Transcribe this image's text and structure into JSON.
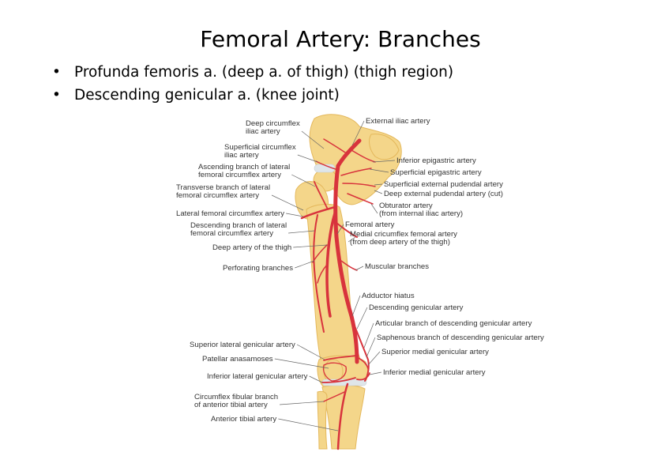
{
  "slide": {
    "title": "Femoral Artery: Branches",
    "bullets": [
      "Profunda femoris a. (deep a. of thigh) (thigh region)",
      "Descending genicular a. (knee joint)"
    ]
  },
  "colors": {
    "bone": "#f4d68a",
    "bone_edge": "#e4b85c",
    "artery": "#d8333c",
    "cartilage": "#dfe6ea"
  },
  "figure": {
    "left_labels": [
      [
        "Deep circumflex",
        "iliac artery"
      ],
      [
        "Superficial circumflex",
        "iliac artery"
      ],
      [
        "Ascending branch of lateral",
        "femoral circumflex artery"
      ],
      [
        "Transverse branch of lateral",
        "femoral circumflex artery"
      ],
      [
        "Lateral femoral circumflex artery"
      ],
      [
        "Descending branch of lateral",
        "femoral circumflex artery"
      ],
      [
        "Deep artery of the thigh"
      ],
      [
        "Perforating branches"
      ],
      [
        "Superior lateral genicular artery"
      ],
      [
        "Patellar anasamoses"
      ],
      [
        "Inferior lateral genicular artery"
      ],
      [
        "Circumflex fibular branch",
        "of anterior tibial artery"
      ],
      [
        "Anterior tibial artery"
      ]
    ],
    "right_labels": [
      [
        "External iliac artery"
      ],
      [
        "Inferior epigastric artery"
      ],
      [
        "Superficial epigastric artery"
      ],
      [
        "Superficial external pudendal artery"
      ],
      [
        "Deep external pudendal artery (cut)"
      ],
      [
        "Obturator artery",
        "(from internal iliac artery)"
      ],
      [
        "Femoral artery"
      ],
      [
        "Medial cricumflex femoral artery",
        "(from deep artery of the thigh)"
      ],
      [
        "Muscular branches"
      ],
      [
        "Adductor hiatus"
      ],
      [
        "Descending genicular artery"
      ],
      [
        "Articular branch of descending genicular artery"
      ],
      [
        "Saphenous branch of descending genicular artery"
      ],
      [
        "Superior medial genicular artery"
      ],
      [
        "Inferior medial genicular artery"
      ]
    ]
  }
}
